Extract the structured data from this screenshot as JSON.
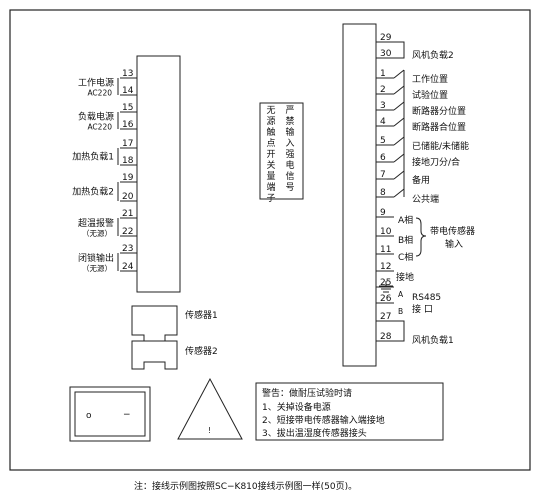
{
  "left_terminals": {
    "numbers": [
      "13",
      "14",
      "15",
      "16",
      "17",
      "18",
      "19",
      "20",
      "21",
      "22",
      "23",
      "24"
    ],
    "groups": [
      {
        "label": "工作电源",
        "sub": "AC220"
      },
      {
        "label": "负载电源",
        "sub": "AC220"
      },
      {
        "label": "加热负载1",
        "sub": ""
      },
      {
        "label": "加热负载2",
        "sub": ""
      },
      {
        "label": "超温报警",
        "sub": "（无源）"
      },
      {
        "label": "闭锁输出",
        "sub": "（无源）"
      }
    ]
  },
  "center_labels": {
    "col1": "无源触点开关量端子",
    "col2": "严禁输入强电信号"
  },
  "sensors": [
    "传感器1",
    "传感器2"
  ],
  "right_terminals": {
    "numbers": [
      "29",
      "30",
      "1",
      "2",
      "3",
      "4",
      "5",
      "6",
      "7",
      "8",
      "9",
      "10",
      "11",
      "12",
      "25",
      "26",
      "27",
      "28"
    ],
    "labels": {
      "fan2": "风机负载2",
      "work_pos": "工作位置",
      "test_pos": "试验位置",
      "breaker_open": "断路器分位置",
      "breaker_close": "断路器合位置",
      "stored": "已储能/未储能",
      "earth_knife": "接地刀分/合",
      "spare": "备用",
      "common": "公共端",
      "phase_a": "A相",
      "phase_b": "B相",
      "phase_c": "C相",
      "sensor_in_1": "带电传感器",
      "sensor_in_2": "输入",
      "ground": "接地",
      "rs485_a": "A",
      "rs485": "RS485",
      "port": "接 口",
      "rs485_b": "B",
      "fan1": "风机负载1"
    }
  },
  "warning": {
    "title": "警告：做耐压试验时请",
    "items": [
      "1、关掉设备电源",
      "2、短接带电传感器输入端接地",
      "3、拔出温湿度传感器接头"
    ]
  },
  "switch": {
    "off": "o",
    "on": "−"
  },
  "triangle_mark": "!",
  "note": "注：接线示例图按照SC−K810接线示例图一样(50页)。"
}
